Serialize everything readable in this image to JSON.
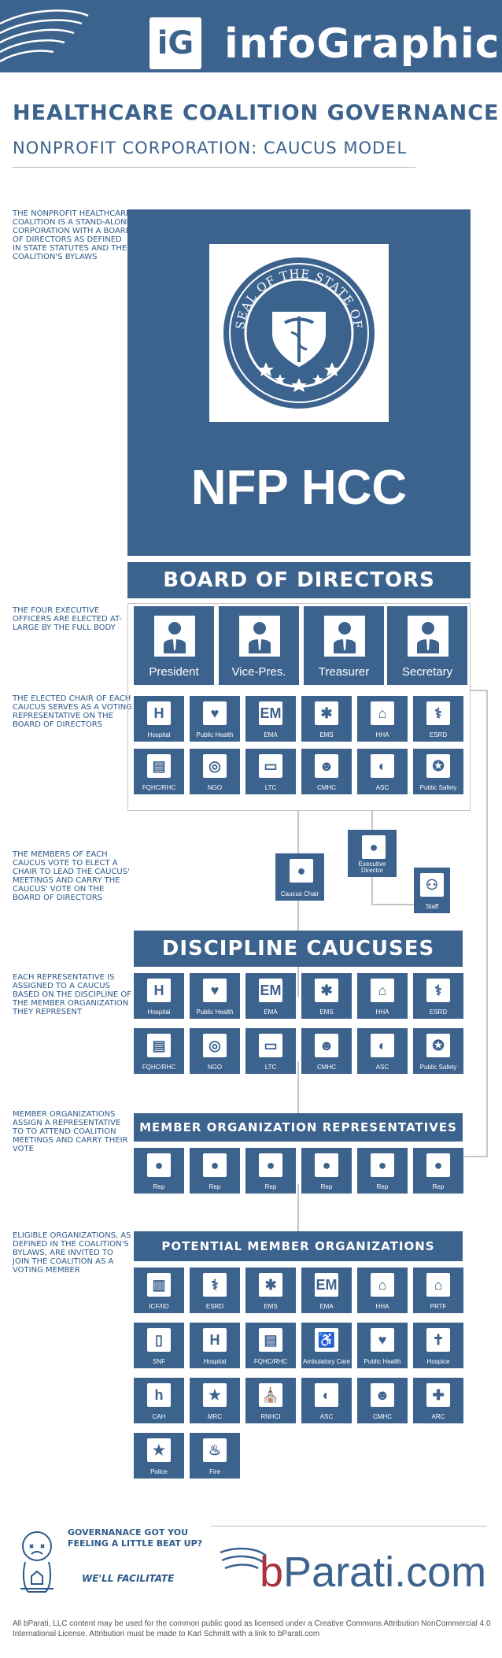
{
  "header": {
    "logo_text": "iG",
    "brand": "infoGraphic"
  },
  "titles": {
    "main": "HEALTHCARE COALITION GOVERNANCE",
    "sub": "NONPROFIT CORPORATION: CAUCUS MODEL"
  },
  "notes": [
    "THE NONPROFIT HEALTHCARE COALITION IS A STAND-ALONE CORPORATION WITH A BOARD OF DIRECTORS AS DEFINED IN STATE STATUTES AND THE COALITION'S BYLAWS",
    "THE FOUR EXECUTIVE OFFICERS ARE ELECTED AT-LARGE BY THE FULL BODY",
    "THE ELECTED CHAIR OF EACH CAUCUS SERVES AS A VOTING REPRESENTATIVE ON THE BOARD OF DIRECTORS",
    "THE MEMBERS OF EACH CAUCUS VOTE TO ELECT A CHAIR TO LEAD THE CAUCUS' MEETINGS AND CARRY THE CAUCUS' VOTE ON THE BOARD OF DIRECTORS",
    "EACH REPRESENTATIVE IS ASSIGNED TO A CAUCUS BASED ON THE DISCIPLINE OF THE MEMBER ORGANIZATION THEY REPRESENT",
    "MEMBER ORGANIZATIONS ASSIGN A REPRESENTATIVE TO TO ATTEND COALITION MEETINGS AND CARRY THEIR VOTE",
    "ELIGIBLE ORGANIZATIONS, AS DEFINED IN THE COALITION'S BYLAWS, ARE INVITED TO JOIN THE COALITION AS A VOTING MEMBER"
  ],
  "seal": {
    "text": "SEAL OF THE STATE OF"
  },
  "main_box": {
    "title": "NFP HCC"
  },
  "board": {
    "title": "BOARD OF DIRECTORS",
    "officers": [
      "President",
      "Vice-Pres.",
      "Treasurer",
      "Secretary"
    ],
    "tiles_row1": [
      "Hospital",
      "Public Health",
      "EMA",
      "EMS",
      "HHA",
      "ESRD"
    ],
    "tiles_row2": [
      "FQHC/RHC",
      "NGO",
      "LTC",
      "CMHC",
      "ASC",
      "Public Safety"
    ]
  },
  "staff_nodes": {
    "executive": "Executive Director",
    "caucus_chair": "Caucus Chair",
    "staff": "Staff"
  },
  "caucuses": {
    "title": "DISCIPLINE CAUCUSES",
    "row1": [
      "Hospital",
      "Public Health",
      "EMA",
      "EMS",
      "HHA",
      "ESRD"
    ],
    "row2": [
      "FQHC/RHC",
      "NGO",
      "LTC",
      "CMHC",
      "ASC",
      "Public Safety"
    ]
  },
  "representatives": {
    "title": "MEMBER ORGANIZATION REPRESENTATIVES",
    "items": [
      "Rep",
      "Rep",
      "Rep",
      "Rep",
      "Rep",
      "Rep"
    ]
  },
  "potential": {
    "title": "POTENTIAL MEMBER ORGANIZATIONS",
    "row1": [
      "ICF/IID",
      "ESRD",
      "EMS",
      "EMA",
      "HHA",
      "PRTF"
    ],
    "row2": [
      "SNF",
      "Hospital",
      "FQHC/RHC",
      "Ambulatory Care",
      "Public Health",
      "Hospice"
    ],
    "row3": [
      "CAH",
      "MRC",
      "RNHCI",
      "ASC",
      "CMHC",
      "ARC"
    ],
    "row4": [
      "Police",
      "Fire"
    ]
  },
  "tile_glyphs": {
    "Hospital": "H",
    "Public Health": "♥",
    "EMA": "EM",
    "EMS": "✱",
    "HHA": "⌂",
    "ESRD": "⚕",
    "FQHC/RHC": "▤",
    "NGO": "◎",
    "LTC": "▭",
    "CMHC": "☻",
    "ASC": "◐",
    "Public Safety": "✪",
    "ICF/IID": "▥",
    "PRTF": "⌂",
    "SNF": "▯",
    "Ambulatory Care": "♿",
    "Hospice": "✝",
    "CAH": "h",
    "MRC": "★",
    "RNHCI": "⛪",
    "ARC": "✚",
    "Police": "★",
    "Fire": "♨",
    "Rep": "●"
  },
  "footer": {
    "tagline": "GOVERNANACE GOT YOU FEELING A LITTLE BEAT UP?",
    "facilitate": "WE'LL FACILITATE",
    "brand_b": "b",
    "brand_rest": "Parati.com",
    "copyright": "All  bParati, LLC content may be used for the common public good as licensed under a Creative Commons Attribution NonCommercial 4.0 International License. Attribution must be made to Karl Schmitt with a link to bParati.com"
  },
  "colors": {
    "primary": "#3c628e",
    "accent": "#a8333e",
    "line": "#c5c5c5"
  }
}
